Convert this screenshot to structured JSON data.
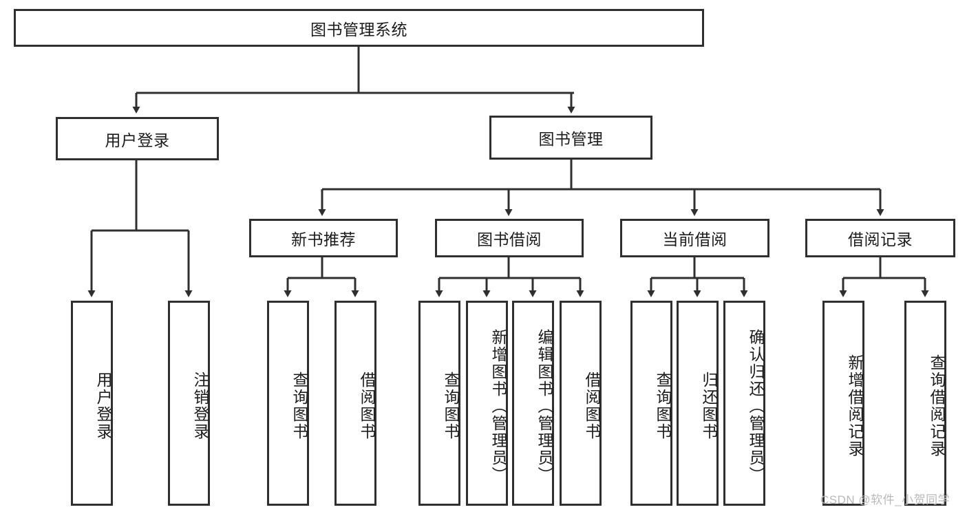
{
  "diagram": {
    "title": "图书管理系统",
    "root": {
      "label": "图书管理系统"
    },
    "level2": [
      {
        "label": "用户登录"
      },
      {
        "label": "图书管理"
      }
    ],
    "level3": [
      {
        "label": "新书推荐"
      },
      {
        "label": "图书借阅"
      },
      {
        "label": "当前借阅"
      },
      {
        "label": "借阅记录"
      }
    ],
    "leaves_user_login": [
      {
        "label": "用户登录"
      },
      {
        "label": "注销登录"
      }
    ],
    "leaves_new_book": [
      {
        "label": "查询图书"
      },
      {
        "label": "借阅图书"
      }
    ],
    "leaves_borrow": [
      {
        "label": "查询图书"
      },
      {
        "label": "新增图书（管理员）"
      },
      {
        "label": "编辑图书（管理员）"
      },
      {
        "label": "借阅图书"
      }
    ],
    "leaves_current": [
      {
        "label": "查询图书"
      },
      {
        "label": "归还图书"
      },
      {
        "label": "确认归还（管理员）"
      }
    ],
    "leaves_record": [
      {
        "label": "新增借阅记录"
      },
      {
        "label": "查询借阅记录"
      }
    ]
  },
  "watermark": {
    "text": "CSDN @软件_小贺同学"
  },
  "colors": {
    "border": "#2f2f2f",
    "text": "#1c1c1c",
    "background": "#ffffff",
    "watermark": "#b9b9b9"
  }
}
